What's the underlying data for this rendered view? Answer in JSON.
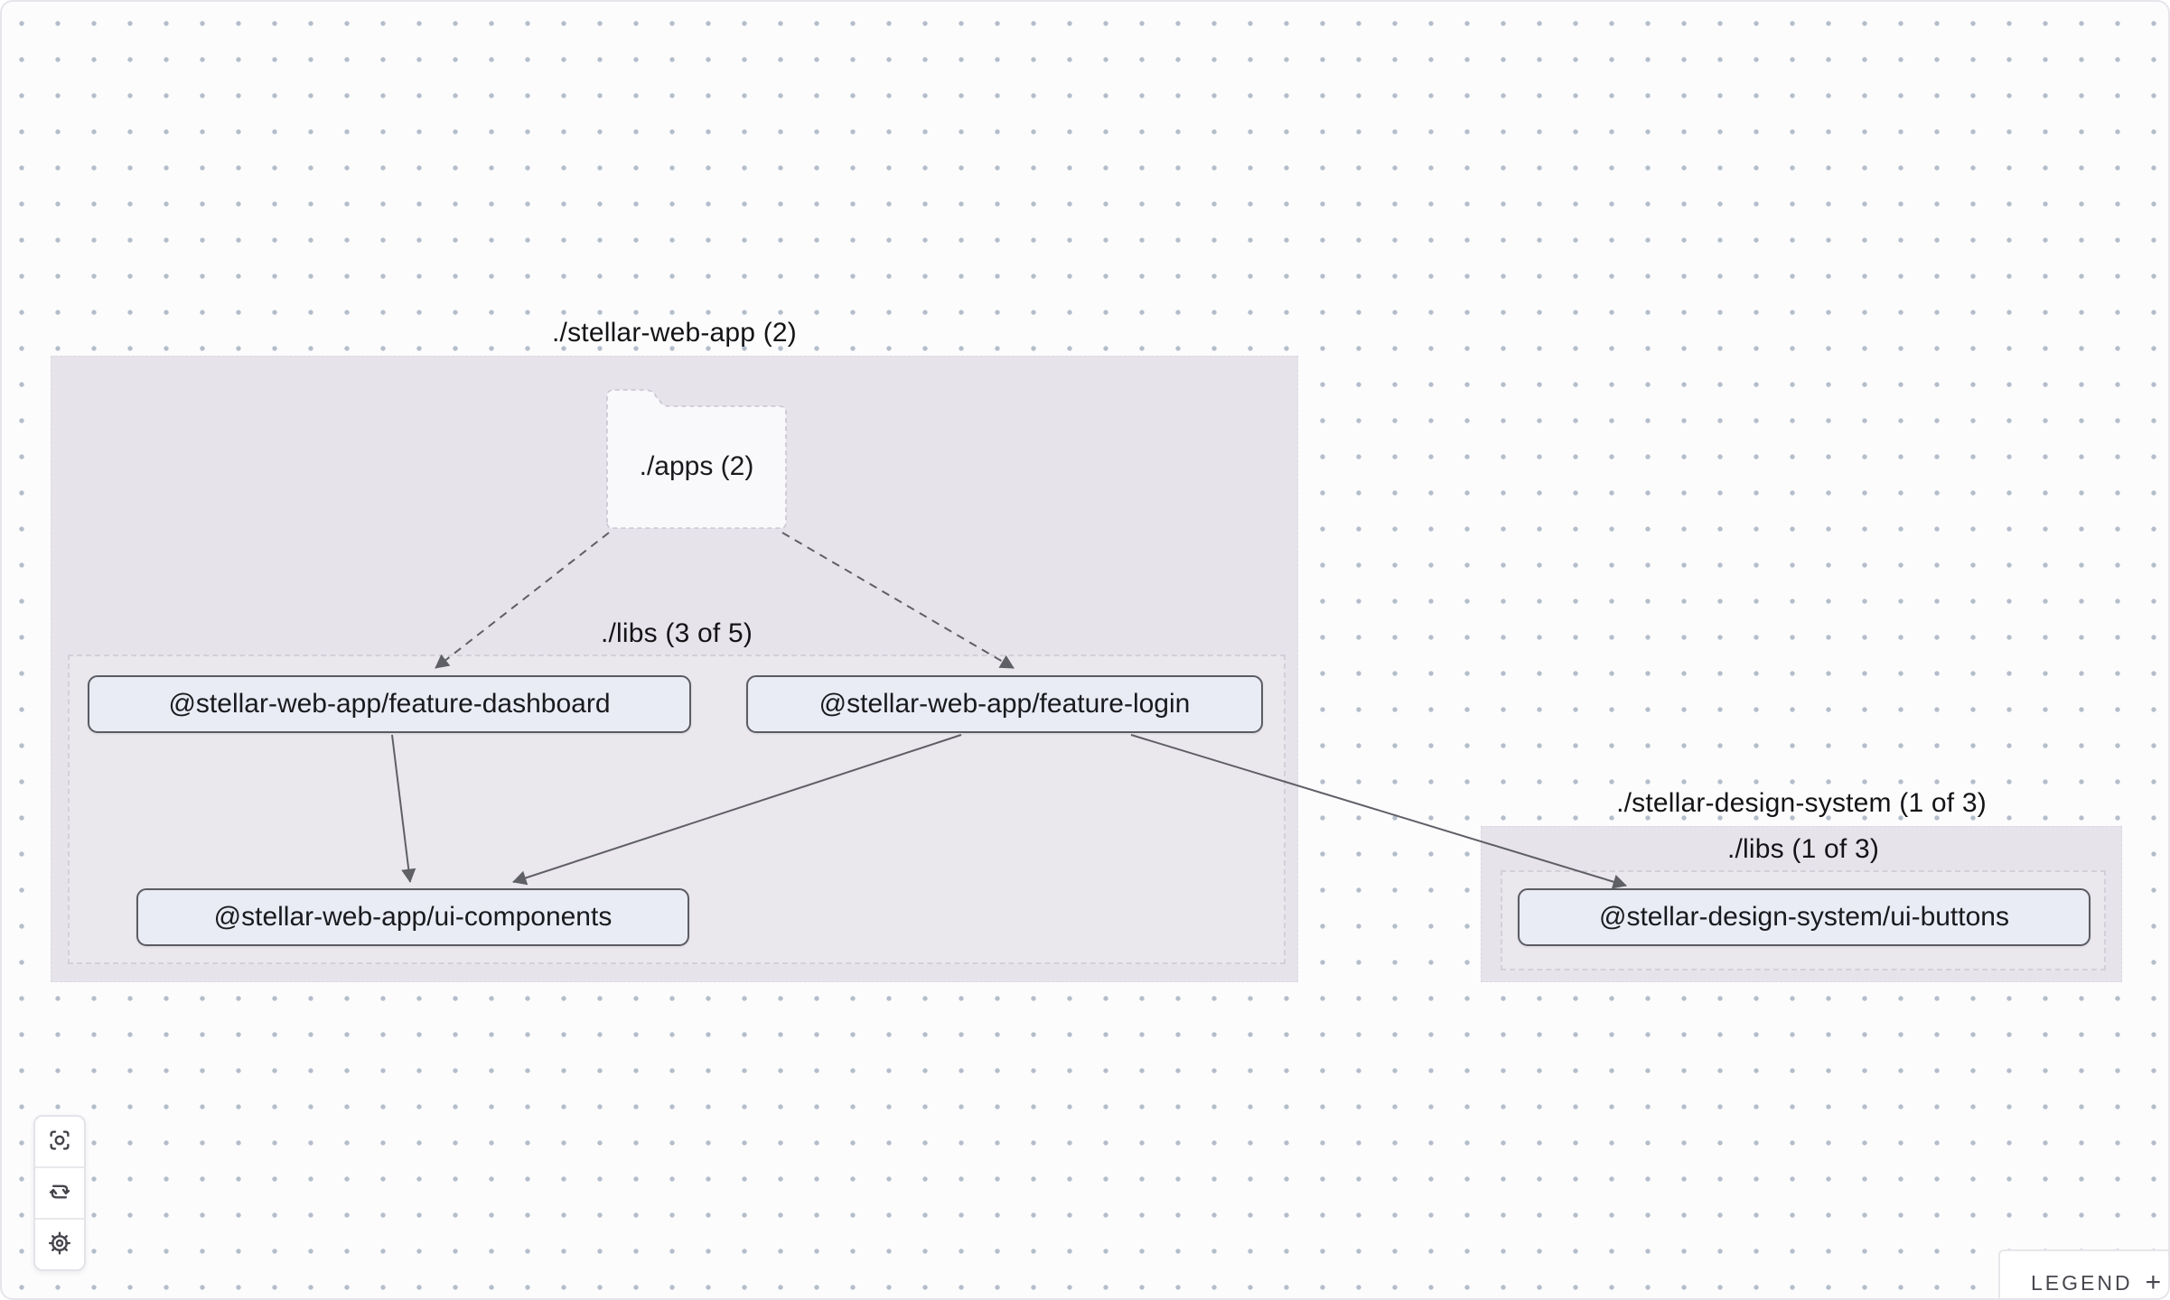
{
  "graph": {
    "group_web_app": {
      "label": "./stellar-web-app (2)"
    },
    "folder_apps": {
      "label": "./apps (2)"
    },
    "group_web_libs": {
      "label": "./libs (3 of 5)"
    },
    "node_feature_dashboard": {
      "label": "@stellar-web-app/feature-dashboard"
    },
    "node_feature_login": {
      "label": "@stellar-web-app/feature-login"
    },
    "node_ui_components": {
      "label": "@stellar-web-app/ui-components"
    },
    "group_design_system": {
      "label": "./stellar-design-system (1 of 3)"
    },
    "group_design_libs": {
      "label": "./libs (1 of 3)"
    },
    "node_ui_buttons": {
      "label": "@stellar-design-system/ui-buttons"
    },
    "edges": [
      {
        "from": "apps-folder",
        "to": "feature-dashboard",
        "style": "dashed"
      },
      {
        "from": "apps-folder",
        "to": "feature-login",
        "style": "dashed"
      },
      {
        "from": "feature-dashboard",
        "to": "ui-components",
        "style": "solid"
      },
      {
        "from": "feature-login",
        "to": "ui-components",
        "style": "solid"
      },
      {
        "from": "feature-login",
        "to": "ui-buttons",
        "style": "solid"
      }
    ]
  },
  "toolbar": {
    "buttons": [
      {
        "name": "focus"
      },
      {
        "name": "refresh"
      },
      {
        "name": "settings"
      }
    ]
  },
  "legend": {
    "label": "LEGEND",
    "toggle": "+"
  },
  "colors": {
    "canvas_bg": "#fcfcfd",
    "dot_grid": "#b4bdca",
    "group_fill": "#e6e4ea",
    "group_border_dashed": "#d3d0d9",
    "node_fill": "#e9ecf5",
    "node_border": "#5b5b63",
    "edge": "#5f5f66",
    "text": "#1a1a1e",
    "panel_bg": "#ffffff",
    "panel_border": "#e7e6ea"
  }
}
